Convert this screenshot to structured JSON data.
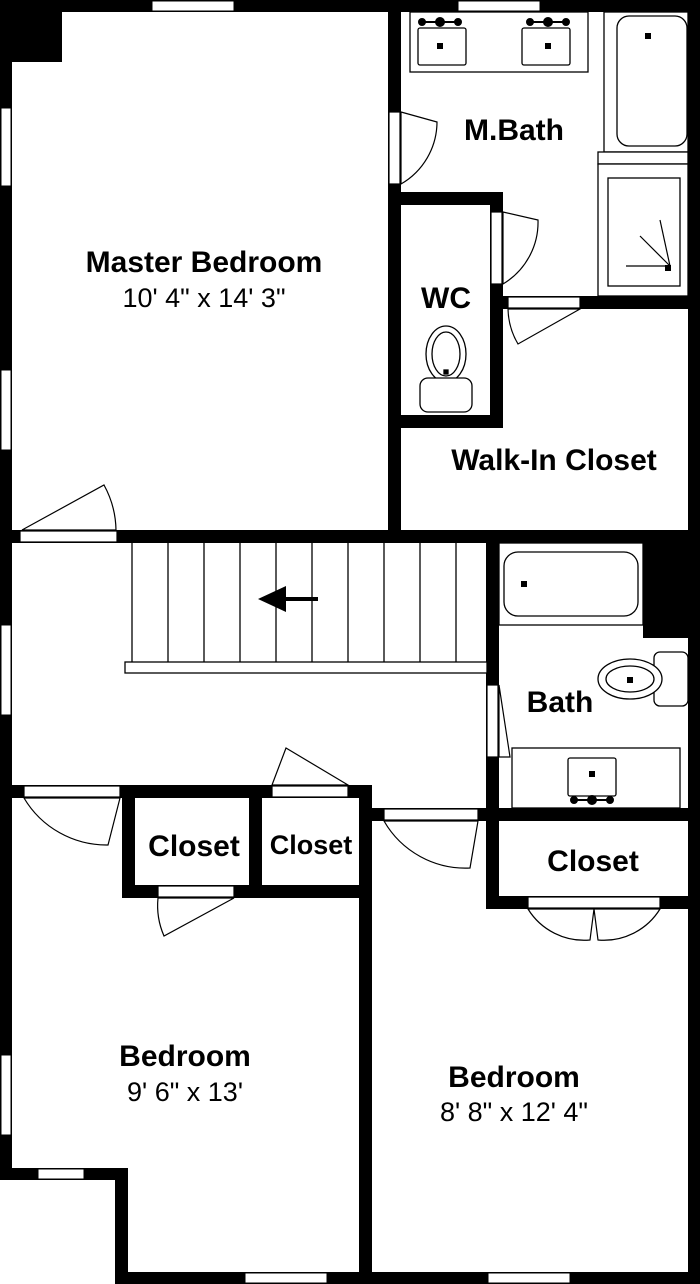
{
  "colors": {
    "wall": "#000000",
    "floor": "#ffffff",
    "fixture_fill": "#ffffff"
  },
  "rooms": {
    "master_bedroom": {
      "name": "Master Bedroom",
      "size": "10' 4\" x 14' 3\""
    },
    "master_bath": {
      "name": "M.Bath"
    },
    "wc": {
      "name": "WC"
    },
    "walk_in_closet": {
      "name": "Walk-In Closet"
    },
    "bath": {
      "name": "Bath"
    },
    "closet_left": {
      "name": "Closet"
    },
    "closet_middle": {
      "name": "Closet"
    },
    "closet_right": {
      "name": "Closet"
    },
    "bedroom_left": {
      "name": "Bedroom",
      "size": "9' 6\" x 13'"
    },
    "bedroom_right": {
      "name": "Bedroom",
      "size": "8' 8\" x 12' 4\""
    }
  },
  "icons": {
    "stair_direction": "arrow-left-icon"
  }
}
